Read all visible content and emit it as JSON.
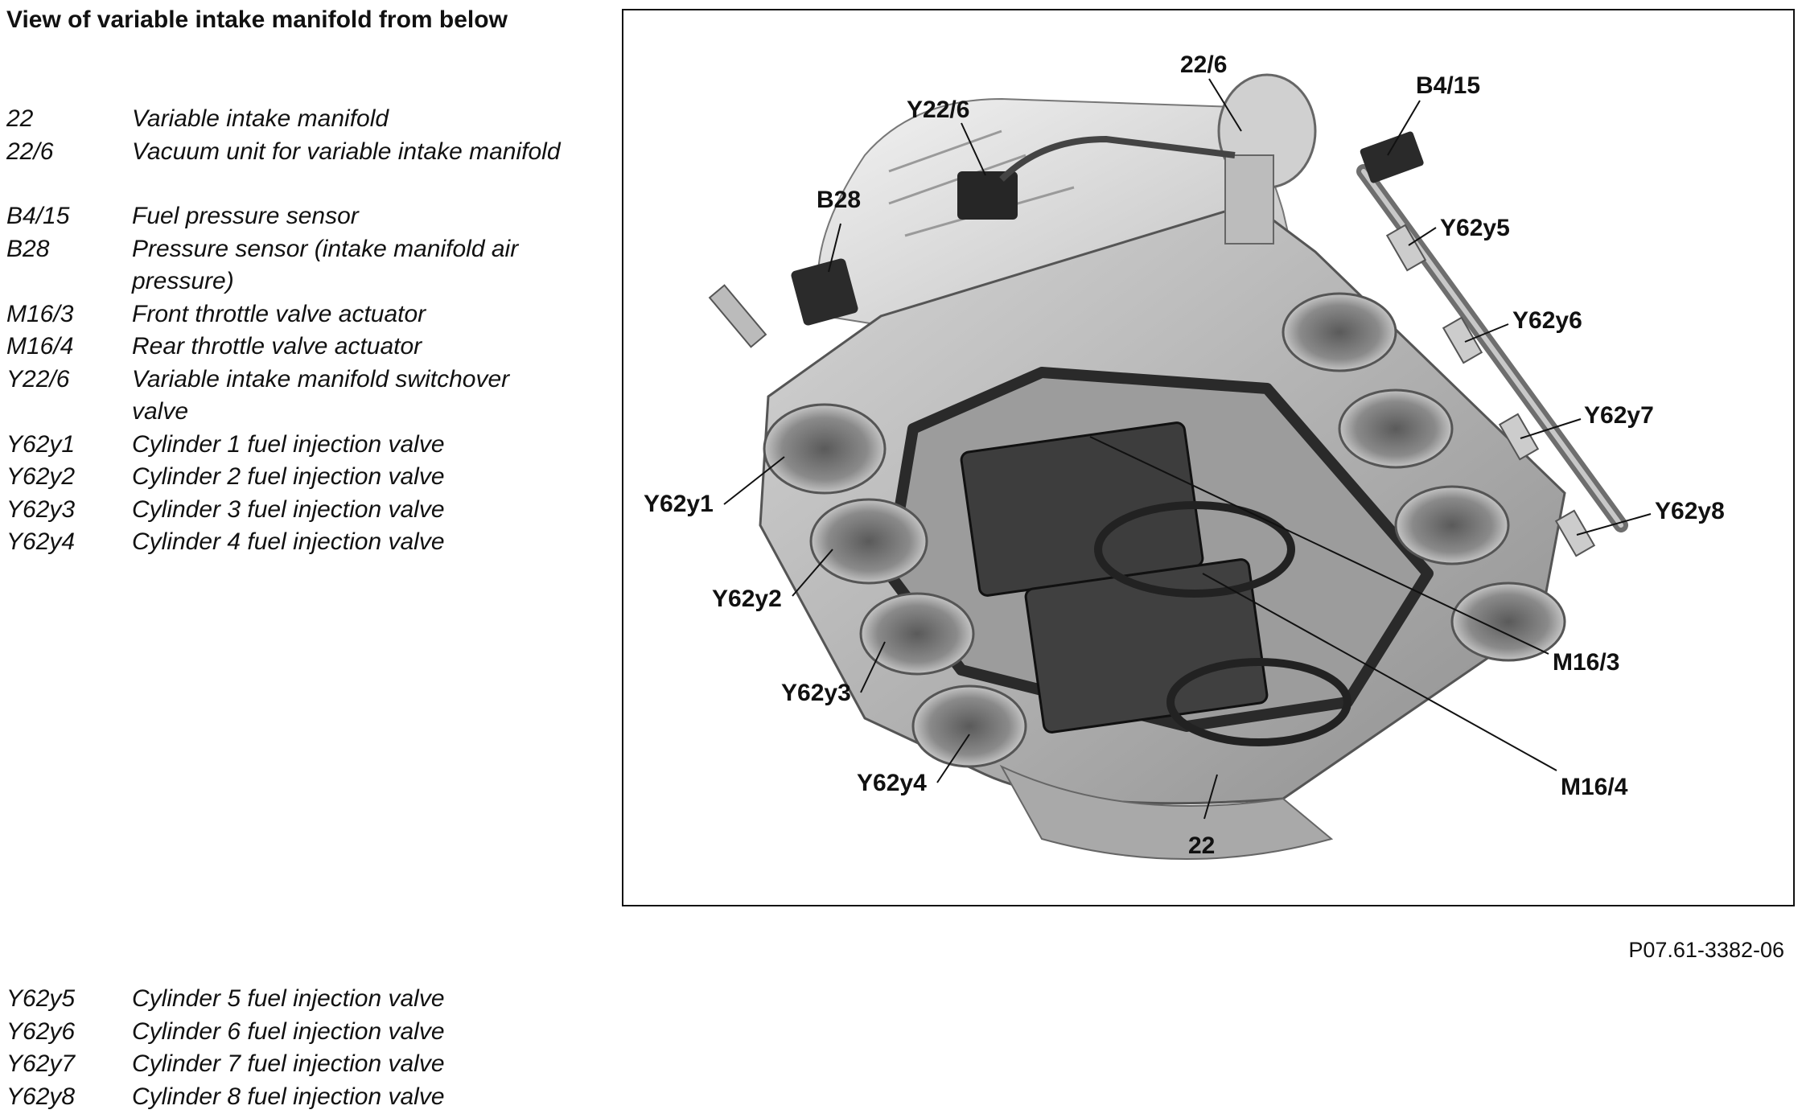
{
  "title": "View of variable intake manifold from below",
  "legend_top": [
    {
      "code": "22",
      "desc": "Variable intake manifold"
    },
    {
      "code": "22/6",
      "desc": "Vacuum unit for variable intake manifold"
    },
    {
      "code": "B4/15",
      "desc": "Fuel pressure sensor"
    },
    {
      "code": "B28",
      "desc": "Pressure sensor (intake manifold air pressure)"
    },
    {
      "code": "M16/3",
      "desc": "Front throttle valve actuator"
    },
    {
      "code": "M16/4",
      "desc": "Rear throttle valve actuator"
    },
    {
      "code": "Y22/6",
      "desc": "Variable intake manifold switchover valve"
    },
    {
      "code": "Y62y1",
      "desc": "Cylinder 1 fuel injection valve"
    },
    {
      "code": "Y62y2",
      "desc": "Cylinder 2 fuel injection valve"
    },
    {
      "code": "Y62y3",
      "desc": "Cylinder 3 fuel injection valve"
    },
    {
      "code": "Y62y4",
      "desc": "Cylinder 4 fuel injection valve"
    }
  ],
  "legend_bottom": [
    {
      "code": "Y62y5",
      "desc": "Cylinder 5 fuel injection valve"
    },
    {
      "code": "Y62y6",
      "desc": "Cylinder 6 fuel injection valve"
    },
    {
      "code": "Y62y7",
      "desc": "Cylinder 7 fuel injection valve"
    },
    {
      "code": "Y62y8",
      "desc": "Cylinder 8 fuel injection valve"
    }
  ],
  "callouts": {
    "c22_6": "22/6",
    "cB4_15": "B4/15",
    "cY22_6": "Y22/6",
    "cB28": "B28",
    "cY62y5": "Y62y5",
    "cY62y6": "Y62y6",
    "cY62y7": "Y62y7",
    "cY62y8": "Y62y8",
    "cY62y1": "Y62y1",
    "cY62y2": "Y62y2",
    "cY62y3": "Y62y3",
    "cY62y4": "Y62y4",
    "cM16_3": "M16/3",
    "cM16_4": "M16/4",
    "c22": "22"
  },
  "figure_ref": "P07.61-3382-06"
}
